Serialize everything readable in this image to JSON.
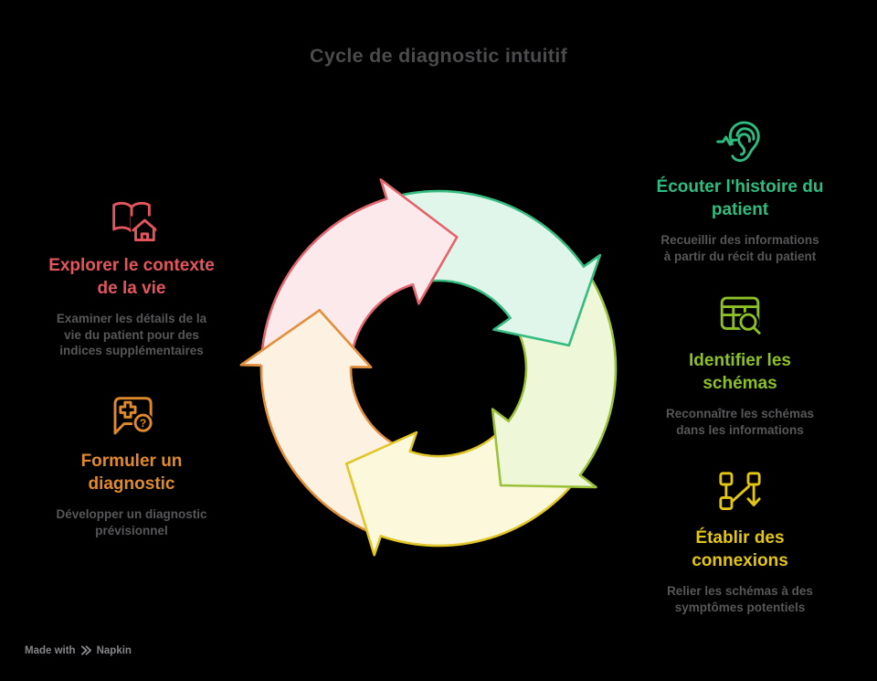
{
  "title": "Cycle de diagnostic intuitif",
  "colors": {
    "background": "#000000",
    "title_text": "#4b4b4e",
    "description_text": "#57575a",
    "footer_text": "#85858a"
  },
  "left_items": [
    {
      "icon": "open-book-house-icon",
      "accent": "#e4565e",
      "heading": "Explorer le contexte\nde la vie",
      "description": "Examiner les détails de la\nvie du patient pour des\nindices supplémentaires"
    },
    {
      "icon": "diagnosis-question-chat-icon",
      "accent": "#e08a2e",
      "heading": "Formuler un\ndiagnostic",
      "description": "Développer un diagnostic\nprévisionnel"
    }
  ],
  "right_items": [
    {
      "icon": "listening-ear-icon",
      "accent": "#2fbc80",
      "heading": "Écouter l'histoire du\npatient",
      "description": "Recueillir des informations\nà partir du récit du patient"
    },
    {
      "icon": "table-search-icon",
      "accent": "#8dbf27",
      "heading": "Identifier les\nschémas",
      "description": "Reconnaître les schémas\ndans les informations"
    },
    {
      "icon": "connections-flow-icon",
      "accent": "#e2c515",
      "heading": "Établir des\nconnexions",
      "description": "Relier les schémas à des\nsymptômes potentiels"
    }
  ],
  "cycle": {
    "arrows": [
      {
        "name": "explore-context",
        "stroke": "#e2646c",
        "fill": "#fbe9ec"
      },
      {
        "name": "listen-story",
        "stroke": "#36bc80",
        "fill": "#e1f6eb"
      },
      {
        "name": "identify-patterns",
        "stroke": "#9cc13a",
        "fill": "#eff7d9"
      },
      {
        "name": "make-connections",
        "stroke": "#e0c629",
        "fill": "#fcf8dc"
      },
      {
        "name": "formulate-diagnosis",
        "stroke": "#e18f3c",
        "fill": "#fdf1e1"
      }
    ]
  },
  "footer": {
    "made_with": "Made with",
    "brand": "Napkin"
  }
}
